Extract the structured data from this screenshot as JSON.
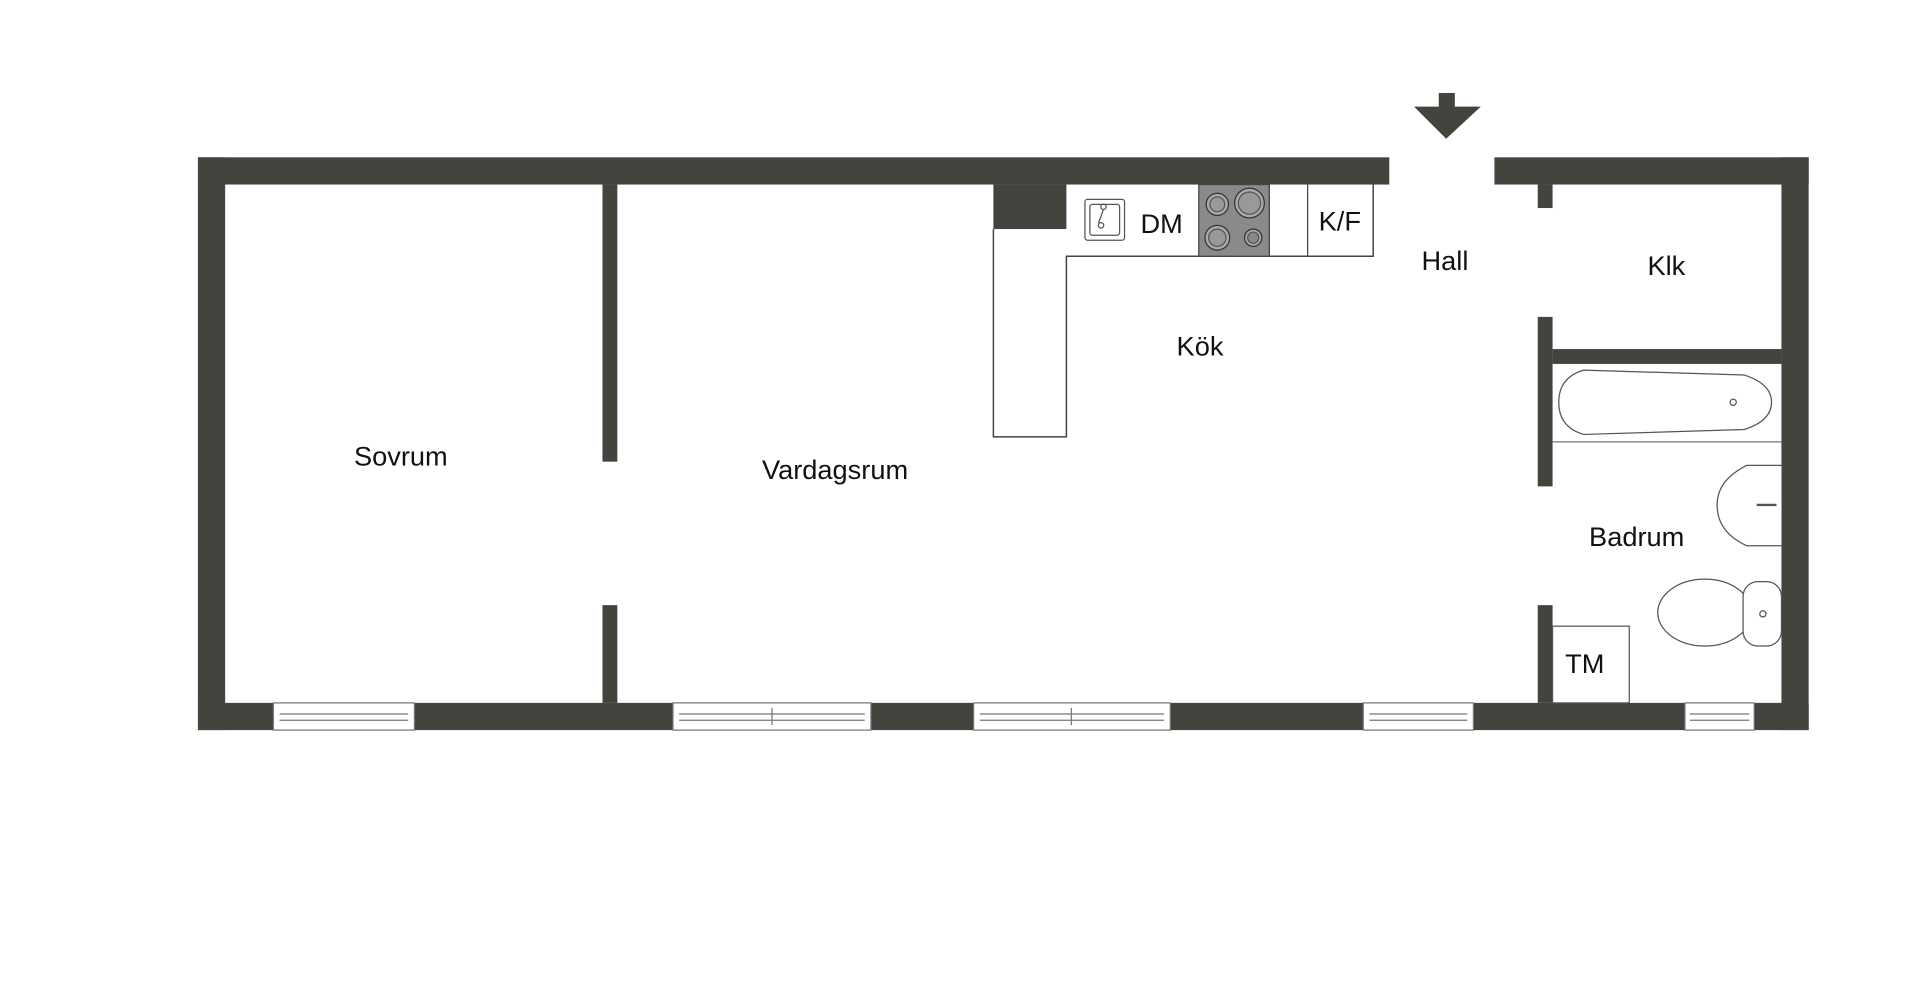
{
  "floorplan": {
    "rooms": {
      "sovrum": "Sovrum",
      "vardagsrum": "Vardagsrum",
      "kok": "Kök",
      "hall": "Hall",
      "klk": "Klk",
      "badrum": "Badrum"
    },
    "fixtures": {
      "dishwasher": "DM",
      "fridge_freezer": "K/F",
      "washing_machine": "TM"
    },
    "colors": {
      "wall": "#43443e",
      "cooktop": "#8a8a8a"
    }
  }
}
